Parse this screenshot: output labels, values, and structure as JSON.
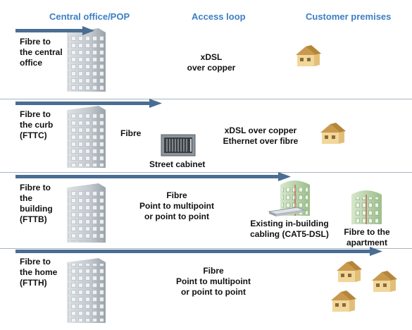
{
  "headers": {
    "central_office": "Central office/POP",
    "access_loop": "Access loop",
    "customer_premises": "Customer premises"
  },
  "rows": [
    {
      "id": "fttco",
      "label": "Fibre to\nthe central\noffice",
      "access_text": "xDSL\nover copper"
    },
    {
      "id": "fttc",
      "label": "Fibre to\nthe curb\n(FTTC)",
      "fibre_label": "Fibre",
      "cabinet_label": "Street cabinet",
      "access_text": "xDSL over copper\nEthernet over fibre"
    },
    {
      "id": "fttb",
      "label": "Fibre to\nthe\nbuilding\n(FTTB)",
      "access_text": "Fibre\nPoint to multipoint\nor point to point",
      "building_label": "Existing in-building\ncabling (CAT5-DSL)",
      "apartment_label": "Fibre to the\napartment"
    },
    {
      "id": "ftth",
      "label": "Fibre to\nthe home\n(FTTH)",
      "access_text": "Fibre\nPoint to multipoint\nor point to point"
    }
  ],
  "colors": {
    "header": "#3b7fc4",
    "arrow": "#4a6d93",
    "building": "#c9ced4",
    "house_wall": "#f2d79a",
    "house_roof": "#c99a4e",
    "apartment": "#c4dcb6"
  },
  "icons": {
    "office": "office-building-icon",
    "cabinet": "street-cabinet-icon",
    "house": "house-icon",
    "apartment": "apartment-building-icon",
    "switch": "network-switch-icon"
  }
}
